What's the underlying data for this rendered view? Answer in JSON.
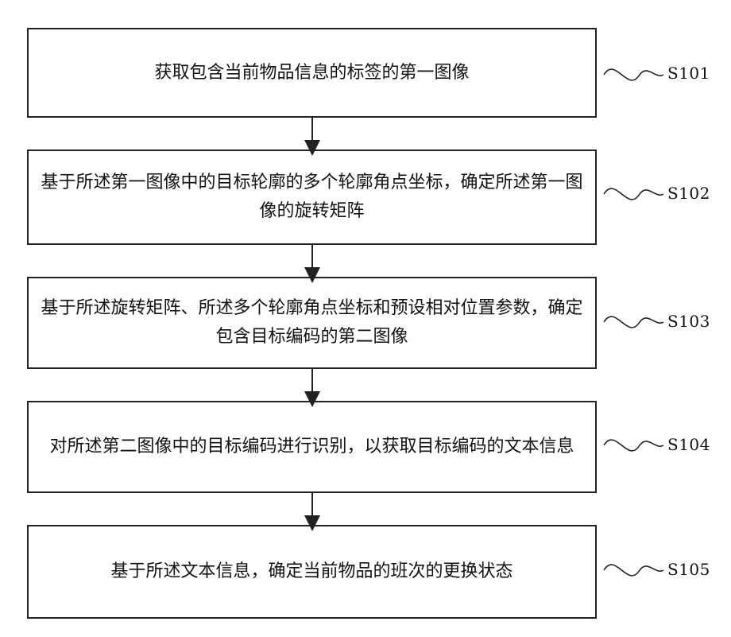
{
  "steps": [
    {
      "text": "获取包含当前物品信息的标签的第一图像",
      "code": "S101"
    },
    {
      "text": "基于所述第一图像中的目标轮廓的多个轮廓角点坐标，确定所述第一图像的旋转矩阵",
      "code": "S102"
    },
    {
      "text": "基于所述旋转矩阵、所述多个轮廓角点坐标和预设相对位置参数，确定包含目标编码的第二图像",
      "code": "S103"
    },
    {
      "text": "对所述第二图像中的目标编码进行识别，以获取目标编码的文本信息",
      "code": "S104"
    },
    {
      "text": "基于所述文本信息，确定当前物品的班次的更换状态",
      "code": "S105"
    }
  ]
}
